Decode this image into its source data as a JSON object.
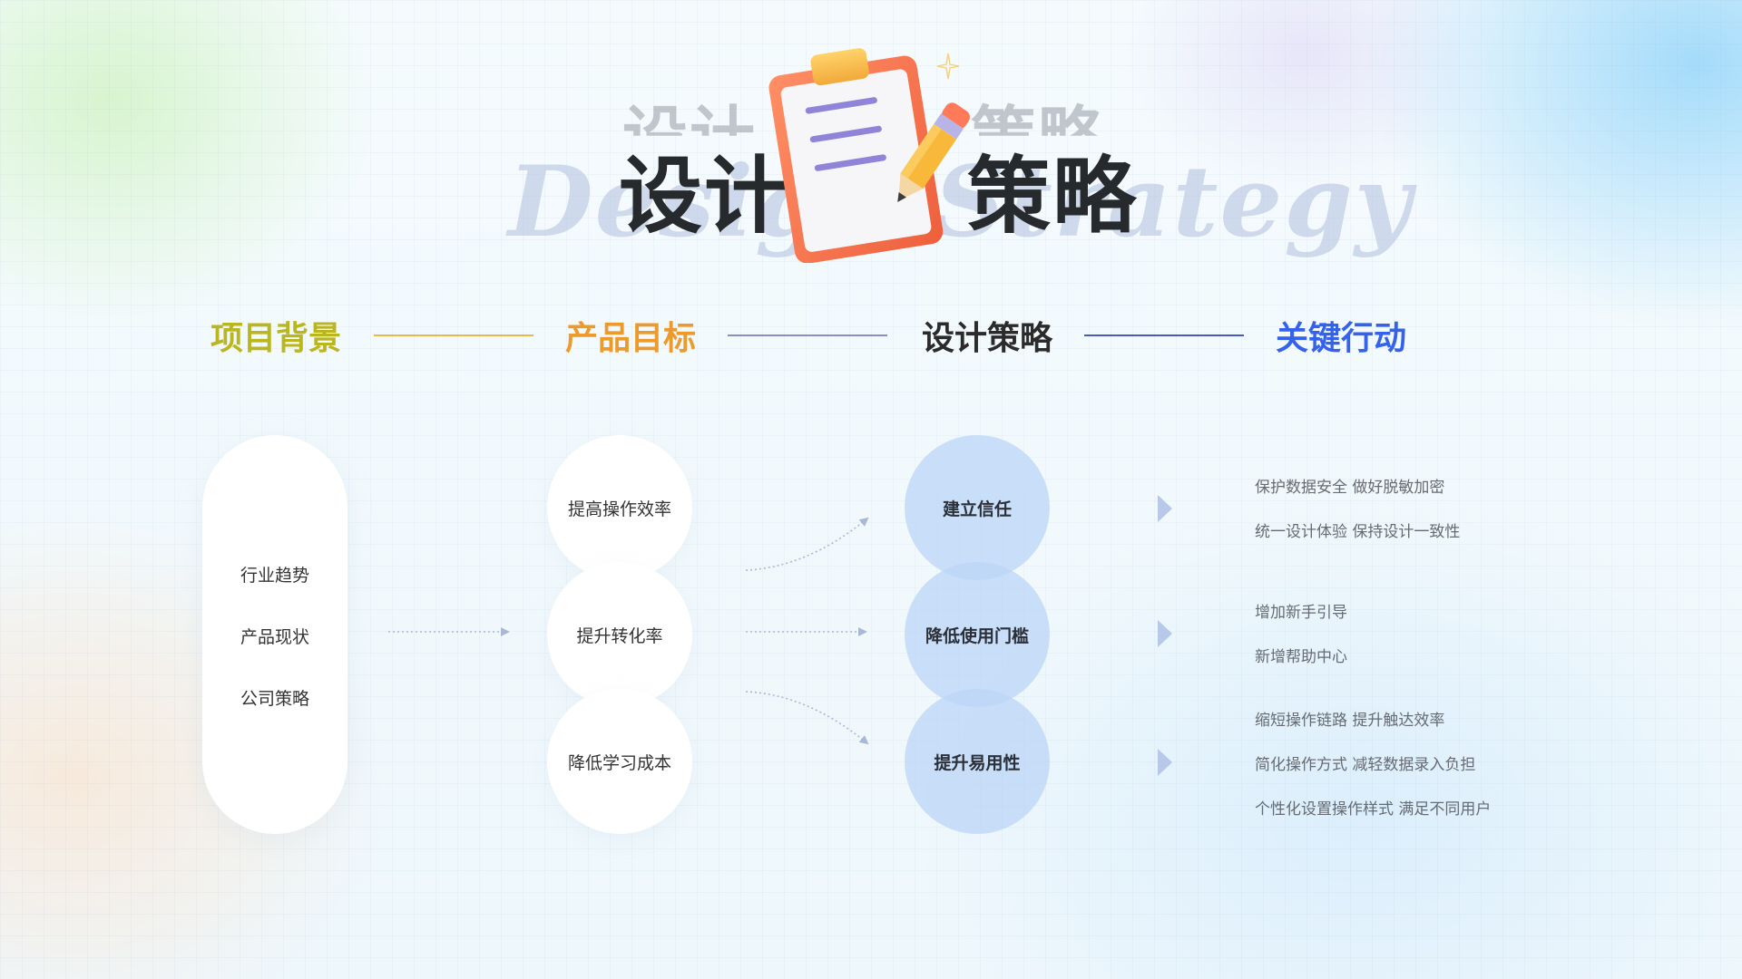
{
  "header": {
    "title_cn_left": "设计",
    "title_cn_right": "策略",
    "title_en": "Design Strategy"
  },
  "steps": [
    {
      "label": "项目背景",
      "color": "#b9b620"
    },
    {
      "label": "产品目标",
      "color": "#ec9a2c"
    },
    {
      "label": "设计策略",
      "color": "#2b2b2b"
    },
    {
      "label": "关键行动",
      "color": "#3562ea"
    }
  ],
  "connector_colors": [
    "#e8b84a",
    "#8a8fc0",
    "#4a5ab8"
  ],
  "background": {
    "items": [
      "行业趋势",
      "产品现状",
      "公司策略"
    ]
  },
  "goals": [
    "提高操作效率",
    "提升转化率",
    "降低学习成本"
  ],
  "strategies": [
    "建立信任",
    "降低使用门槛",
    "提升易用性"
  ],
  "actions": [
    [
      "保护数据安全 做好脱敏加密",
      "统一设计体验 保持设计一致性"
    ],
    [
      "增加新手引导",
      "新增帮助中心"
    ],
    [
      "缩短操作链路 提升触达效率",
      "简化操作方式 减轻数据录入负担",
      "个性化设置操作样式 满足不同用户"
    ]
  ],
  "colors": {
    "strategy_circle": "#bed6f6",
    "arrow": "#a9b8d6",
    "chevron": "#b7c8e8"
  },
  "icons": [
    "clipboard-icon",
    "pencil-icon",
    "sparkle-icon"
  ]
}
